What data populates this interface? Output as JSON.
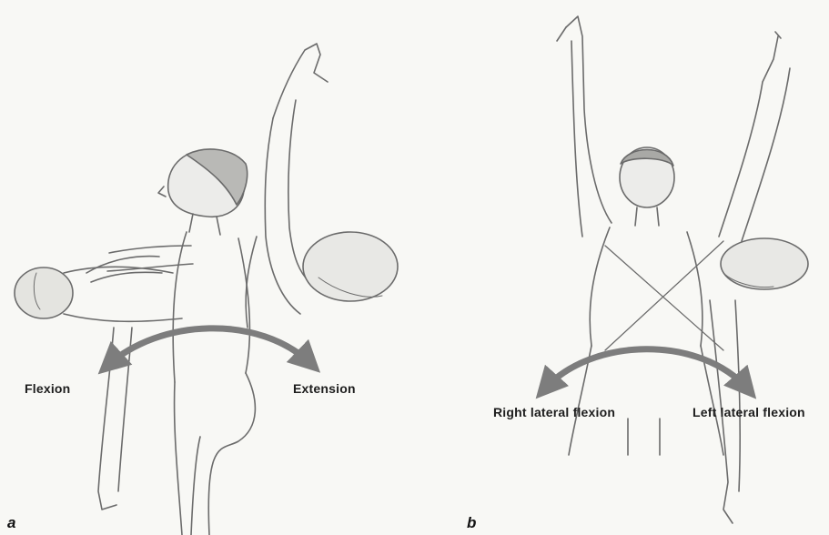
{
  "panel_a": {
    "letter": "a",
    "label_left": "Flexion",
    "label_right": "Extension"
  },
  "panel_b": {
    "letter": "b",
    "label_left": "Right lateral flexion",
    "label_right": "Left lateral flexion"
  },
  "colors": {
    "background": "#f8f8f5",
    "line": "#6b6b6b",
    "arrow": "#7d7d7d",
    "shade": "#c9c9c9"
  },
  "icons": [
    "figure-sketch",
    "curved-double-arrow"
  ]
}
